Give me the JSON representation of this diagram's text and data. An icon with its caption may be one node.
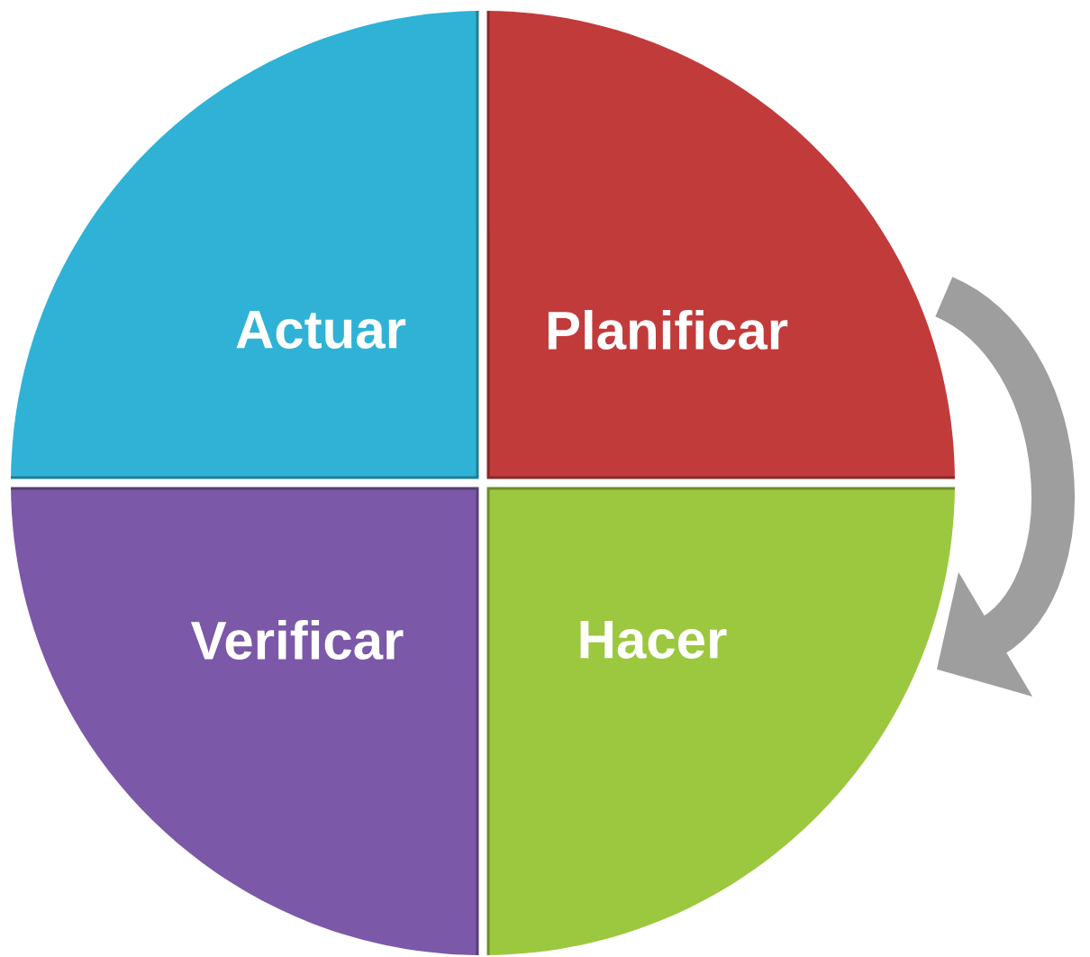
{
  "diagram": {
    "nodes": [
      {
        "text": [
          "Actuar"
        ]
      },
      {
        "text": [
          "Planificar"
        ]
      },
      {
        "text": [
          "Verificar"
        ]
      },
      {
        "text": [
          "Hacer"
        ]
      }
    ],
    "edges": [
      {
        "from": 1,
        "to": 3,
        "arrow": "to"
      }
    ]
  }
}
